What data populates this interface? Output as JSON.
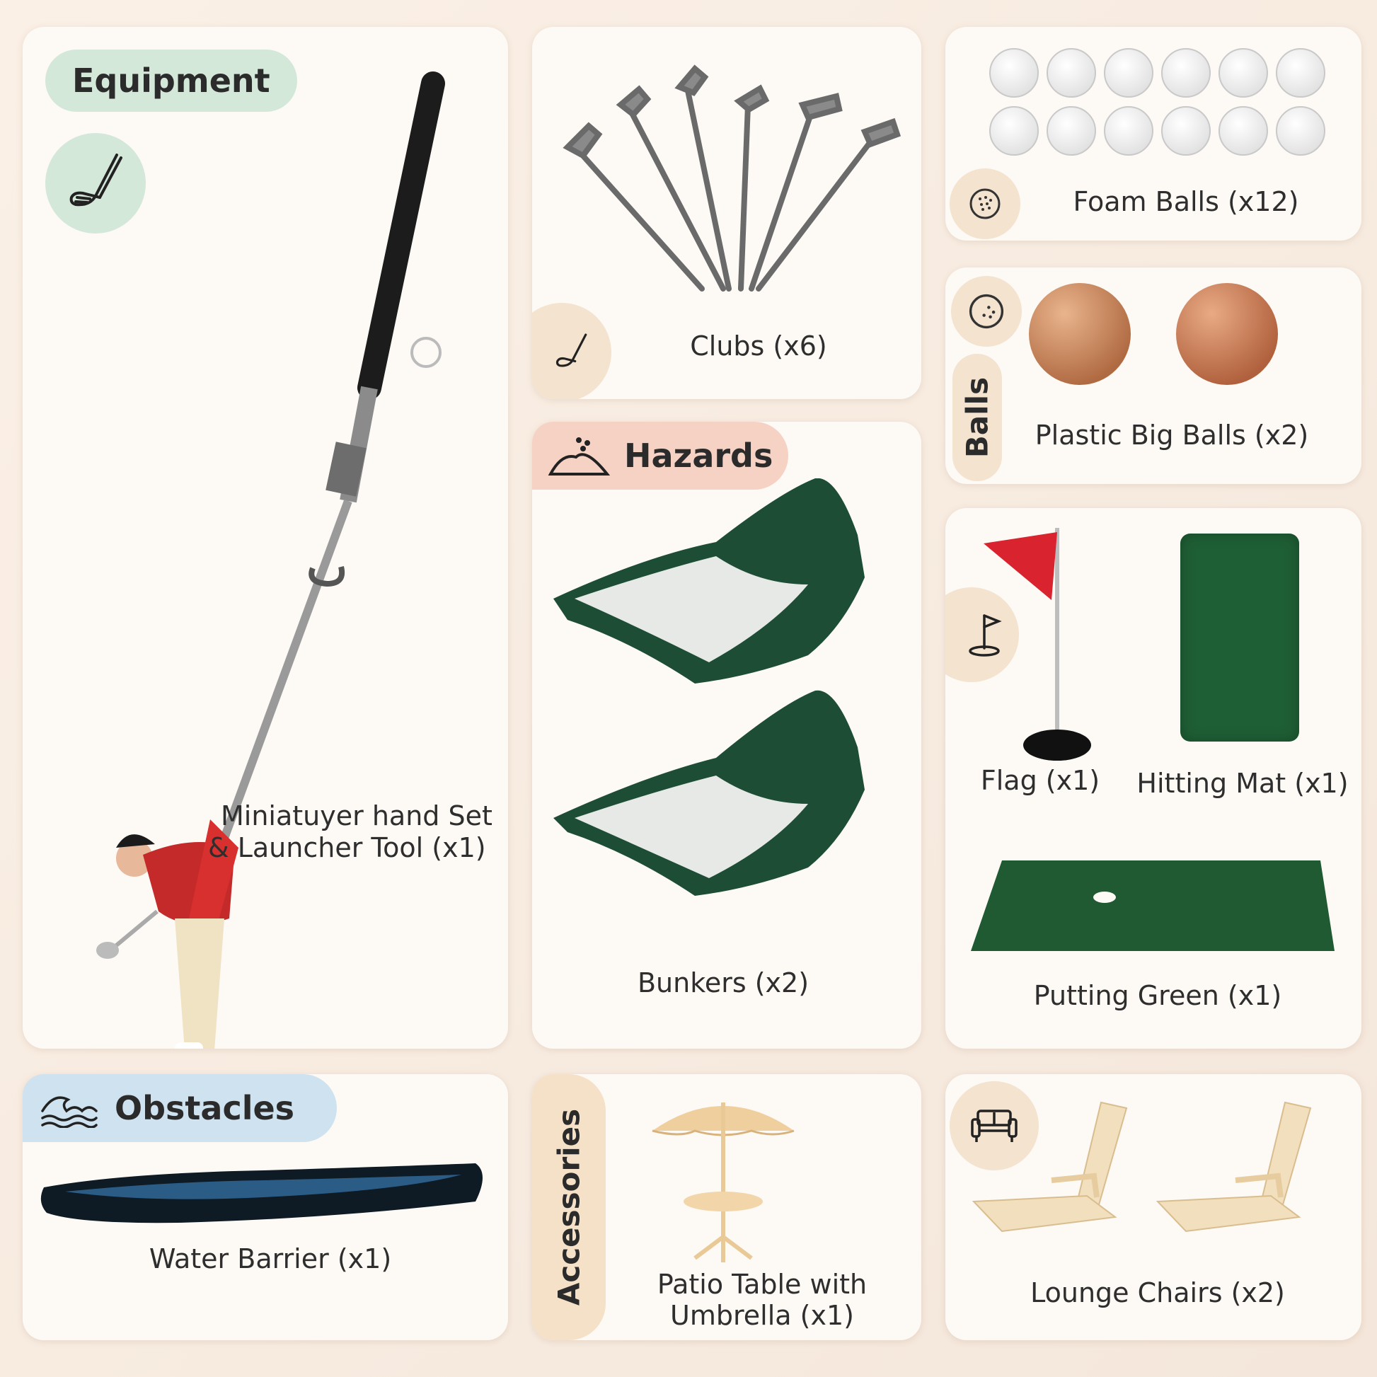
{
  "colors": {
    "background": "#f8ece1",
    "card": "#fdf9f5",
    "equipment_accent": "#d4e8da",
    "hazards_accent": "#f6d2c4",
    "obstacles_accent": "#cfe2ef",
    "accessories_accent": "#f5e1c8",
    "icon_tan": "#f3e3cf",
    "green": "#1e5a37",
    "flag_red": "#d9232e"
  },
  "equipment": {
    "title": "Equipment",
    "icon": "golf-club-icon",
    "item_label_line1": "Miniatuyer hand Set",
    "item_label_line2": "& Launcher Tool (x1)"
  },
  "clubs": {
    "label": "Clubs (x6)",
    "icon": "golf-club-icon"
  },
  "foam_balls": {
    "label": "Foam Balls (x12)",
    "icon": "golf-ball-icon"
  },
  "balls": {
    "title": "Balls",
    "label": "Plastic Big Balls (x2)",
    "icon": "golf-ball-icon"
  },
  "hazards": {
    "title": "Hazards",
    "label": "Bunkers (x2)",
    "icon": "sand-pile-icon"
  },
  "green_items": {
    "icon": "flag-hole-icon",
    "flag_label": "Flag (x1)",
    "mat_label": "Hitting Mat (x1)",
    "putting_label": "Putting Green (x1)"
  },
  "obstacles": {
    "title": "Obstacles",
    "label": "Water Barrier (x1)",
    "icon": "waves-icon"
  },
  "accessories": {
    "title": "Accessories",
    "label_line1": "Patio Table with",
    "label_line2": "Umbrella (x1)"
  },
  "lounge": {
    "label": "Lounge Chairs (x2)",
    "icon": "sofa-icon"
  }
}
